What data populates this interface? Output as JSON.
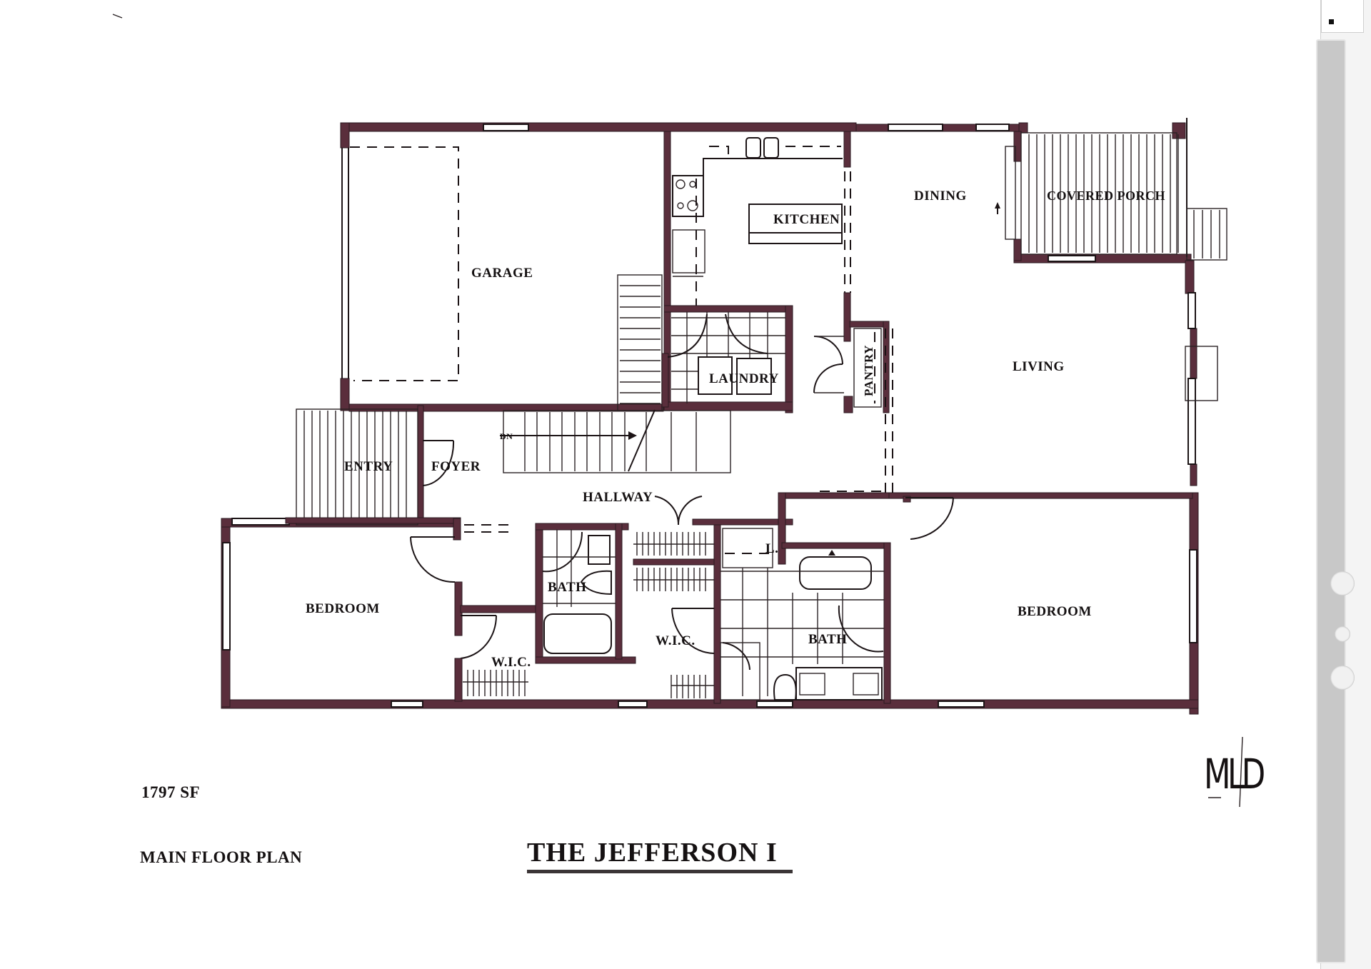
{
  "document": {
    "title": "THE JEFFERSON I",
    "subtitle": "MAIN FLOOR PLAN",
    "square_footage": "1797 SF",
    "designer_mark": "MLD"
  },
  "rooms": {
    "garage": "GARAGE",
    "kitchen": "KITCHEN",
    "dining": "DINING",
    "covered_porch": "COVERED PORCH",
    "laundry": "LAUNDRY",
    "pantry": "PANTRY",
    "living": "LIVING",
    "entry": "ENTRY",
    "foyer": "FOYER",
    "hallway": "HALLWAY",
    "stairs_down": "DN",
    "bedroom_left": "BEDROOM",
    "wic_left": "W.I.C.",
    "bath_hall": "BATH",
    "wic_center": "W.I.C.",
    "linen": "L.",
    "bath_master": "BATH",
    "bedroom_right": "BEDROOM"
  },
  "colors": {
    "wall": "#5a2e3c",
    "line": "#1c1416",
    "paper": "#ffffff",
    "scrollbar": "#c8c8c8"
  },
  "scrollbar": {
    "icons": [
      "scroll-up-icon"
    ]
  }
}
